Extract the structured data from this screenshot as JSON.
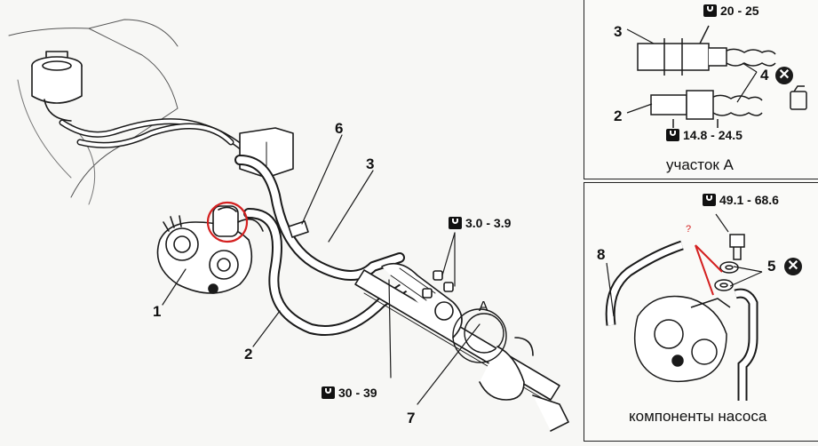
{
  "main": {
    "callouts": [
      "1",
      "2",
      "3",
      "6",
      "7",
      "A"
    ],
    "torque_bolts": "3.0 - 3.9",
    "torque_flare": "30 - 39"
  },
  "detail_a": {
    "callouts": [
      "3",
      "2",
      "4"
    ],
    "torque_top": "20 - 25",
    "torque_bottom": "14.8 - 24.5",
    "caption": "участок А"
  },
  "detail_pump": {
    "callouts": [
      "8",
      "5"
    ],
    "torque": "49.1 - 68.6",
    "annotation": "?",
    "caption": "компоненты насоса"
  },
  "colors": {
    "line": "#1a1a1a",
    "highlight": "#d42020",
    "paper": "#f7f7f5"
  },
  "icons": [
    "wrench-torque-icon",
    "do-not-reuse-icon",
    "apply-fluid-icon"
  ]
}
